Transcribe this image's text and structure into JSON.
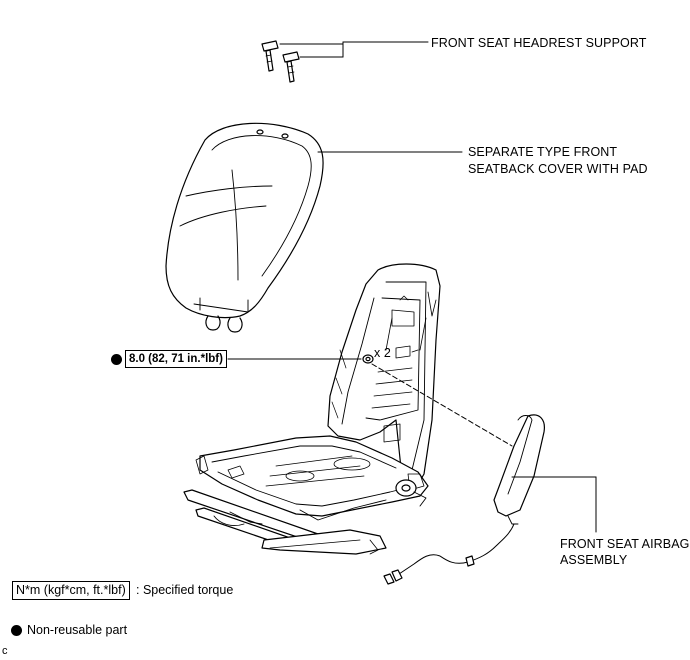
{
  "callouts": {
    "headrest_support": "FRONT SEAT HEADREST SUPPORT",
    "seatback_cover_line1": "SEPARATE TYPE FRONT",
    "seatback_cover_line2": "SEATBACK COVER WITH PAD",
    "airbag_line1": "FRONT SEAT AIRBAG",
    "airbag_line2": "ASSEMBLY",
    "quantity": "x 2",
    "torque_value": "8.0 (82, 71 in.*lbf)"
  },
  "legend": {
    "torque_unit": "N*m (kgf*cm, ft.*lbf)",
    "torque_desc": ": Specified torque",
    "nonreusable": "Non-reusable part"
  },
  "corner_code": "c"
}
